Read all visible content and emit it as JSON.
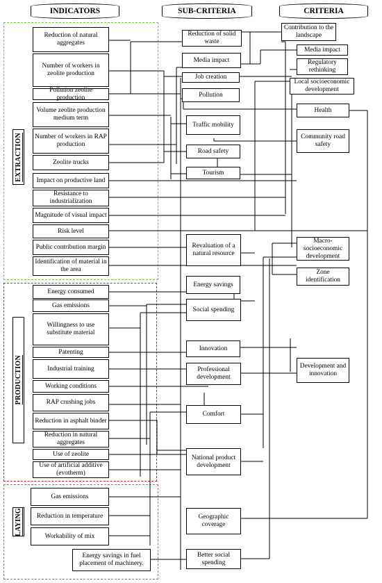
{
  "headers": {
    "indicators": "INDICATORS",
    "sub_criteria": "SUB-CRITERIA",
    "criteria": "CRITERIA"
  },
  "zones": {
    "extraction": "EXTRACTION",
    "production": "PRODUCTION",
    "laying": "LAYING"
  },
  "zone_colors": {
    "extraction": "#66cc33",
    "production": "#cc2222",
    "laying": "#3399cc"
  },
  "indicators": {
    "extraction": [
      "Reduction of natural aggregates",
      "Number of workers in zeolite production",
      "Pollution zeolite production",
      "Volume zeolite production medium term",
      "Number of workers in RAP production",
      "Zeolite trucks",
      "Impact on productive land",
      "Resistance to industrialization",
      "Magnitude of visual impact",
      "Risk level",
      "Public contribution margin",
      "Identification of material in the area"
    ],
    "production": [
      "Energy consumed",
      "Gas emissions",
      "Willingness to use substitute material",
      "Patenting",
      "Industrial training",
      "Working conditions",
      "RAP crushing jobs",
      "Reduction in asphalt binder",
      "Reduction in natural aggregates",
      "Use of zeolite",
      "Use of artificial additive (evotherm)"
    ],
    "laying": [
      "Gas emissions",
      "Reduction in temperature",
      "Workability of mix",
      "Energy savings in fuel placement of machinery."
    ]
  },
  "sub_criteria": [
    "Reduction of solid waste",
    "Media impact",
    "Job creation",
    "Pollution",
    "Traffic mobility",
    "Road safety",
    "Tourism",
    "Revaluation of a natural resource",
    "Energy savings",
    "Social spending",
    "Innovation",
    "Professional development",
    "Comfort",
    "National product development",
    "Geographic coverage",
    "Better social spending"
  ],
  "criteria": [
    "Contribution to the landscape",
    "Media impact",
    "Regulatory rethinking",
    "Local socioeconomic development",
    "Health",
    "Community road safety",
    "Macro-socioeconomic development",
    "Zone identification",
    "Development and innovation"
  ]
}
